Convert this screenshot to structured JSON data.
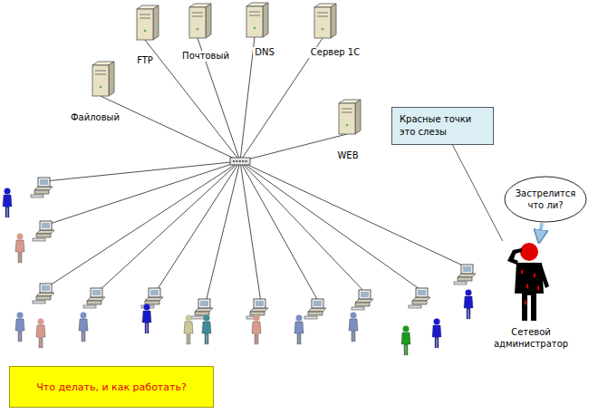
{
  "diagram": {
    "nodes": [
      {
        "text": [
          "Файловый"
        ]
      },
      {
        "text": [
          "FTP"
        ]
      },
      {
        "text": [
          "Почтовый"
        ]
      },
      {
        "text": [
          "DNS"
        ]
      },
      {
        "text": [
          "Сервер 1С"
        ]
      },
      {
        "text": [
          "WEB"
        ]
      },
      {
        "text": [
          "Красные точки это слезы"
        ]
      },
      {
        "text": [
          "Застрелится что ли?"
        ]
      },
      {
        "text": [
          "Сетевой администратор"
        ]
      },
      {
        "text": [
          "Что делать, и как работать?"
        ]
      }
    ],
    "edges": [
      {
        "from": 6,
        "to": 8,
        "arrow": "none"
      },
      {
        "from": 7,
        "to": 8,
        "arrow": "to"
      }
    ]
  }
}
